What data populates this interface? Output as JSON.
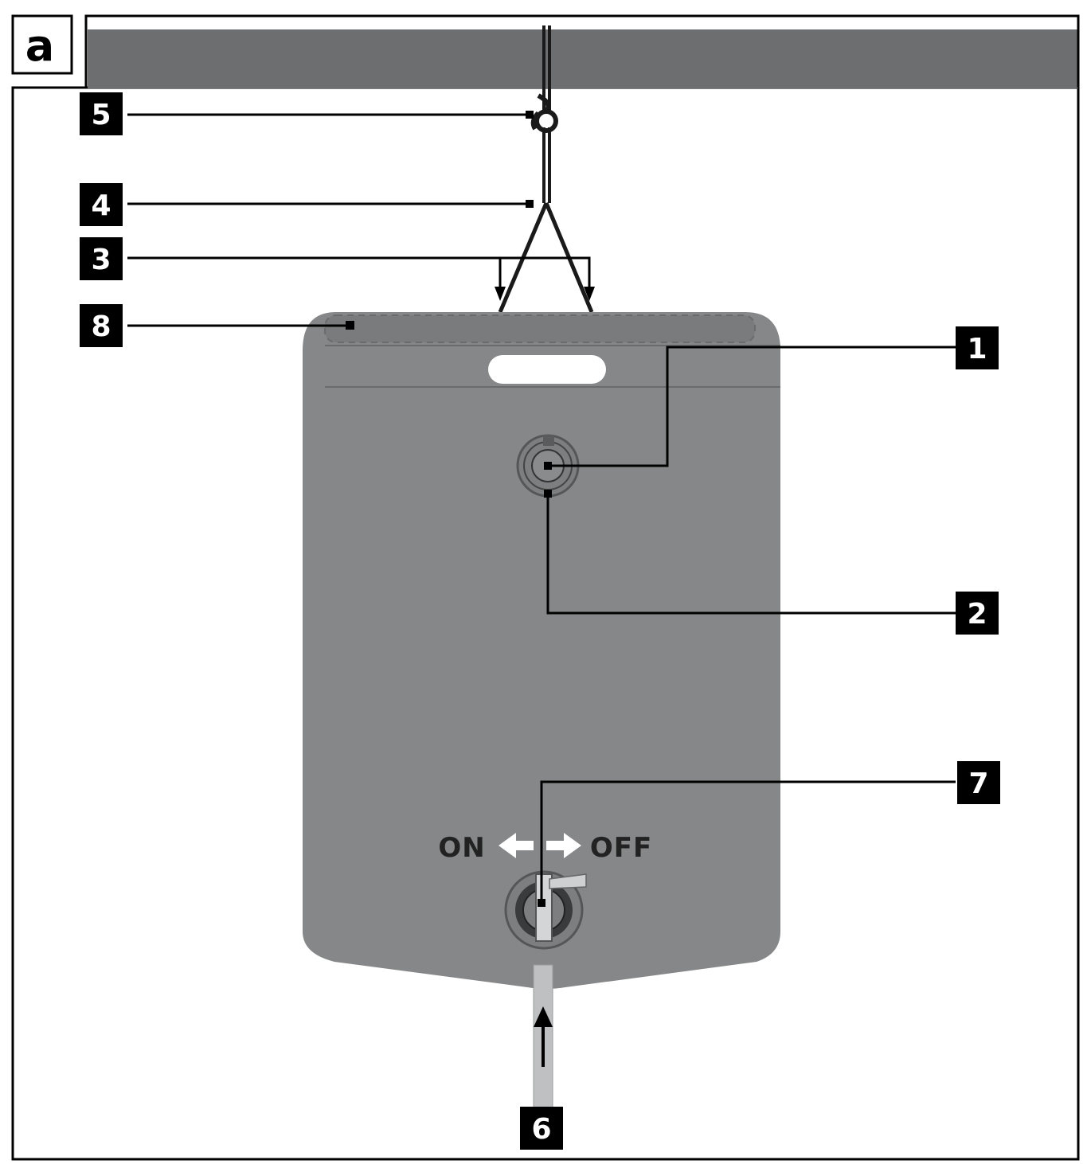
{
  "panel": {
    "label": "a"
  },
  "callouts": {
    "c1": "1",
    "c2": "2",
    "c3": "3",
    "c4": "4",
    "c5": "5",
    "c6": "6",
    "c7": "7",
    "c8": "8"
  },
  "valve": {
    "on_label": "ON",
    "off_label": "OFF"
  },
  "colors": {
    "bag": "#868788",
    "bar": "#6d6e70",
    "tube": "#bfc0c1",
    "callout_bg": "#000000",
    "callout_text": "#ffffff",
    "line": "#000000"
  }
}
